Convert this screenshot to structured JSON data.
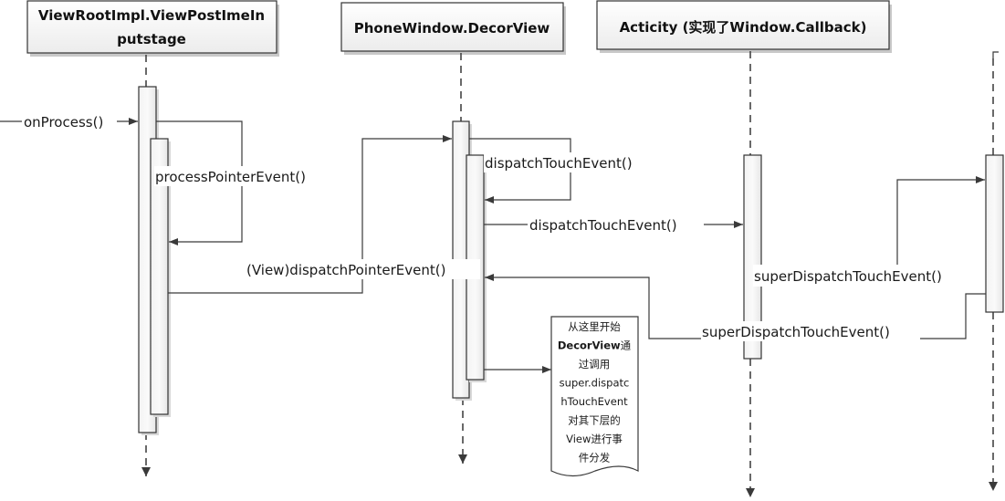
{
  "diagram": {
    "type": "sequence-diagram",
    "lifelines": [
      {
        "id": "viewroot",
        "title_lines": [
          "ViewRootImpl.ViewPostImeIn",
          "putstage"
        ]
      },
      {
        "id": "decorview",
        "title_lines": [
          "PhoneWindow.DecorView"
        ]
      },
      {
        "id": "activity",
        "title_lines": [
          "Acticity (实现了Window.Callback)"
        ]
      },
      {
        "id": "window",
        "title_lines": []
      }
    ],
    "messages": [
      {
        "id": "onProcess",
        "label": "onProcess()",
        "from": "external",
        "to": "viewroot",
        "kind": "call"
      },
      {
        "id": "processPointerEvent",
        "label": "processPointerEvent()",
        "from": "viewroot",
        "to": "viewroot",
        "kind": "self-call"
      },
      {
        "id": "dispatchPointerEvent",
        "label": "(View)dispatchPointerEvent()",
        "from": "viewroot",
        "to": "decorview",
        "kind": "call"
      },
      {
        "id": "dispatchTouchEvent_self",
        "label": "dispatchTouchEvent()",
        "from": "decorview",
        "to": "decorview",
        "kind": "self-call"
      },
      {
        "id": "dispatchTouchEvent_activity",
        "label": "dispatchTouchEvent()",
        "from": "decorview",
        "to": "activity",
        "kind": "call"
      },
      {
        "id": "superDispatchTouchEvent_1",
        "label": "superDispatchTouchEvent()",
        "from": "activity",
        "to": "window",
        "kind": "call"
      },
      {
        "id": "superDispatchTouchEvent_2",
        "label": "superDispatchTouchEvent()",
        "from": "window",
        "to": "decorview",
        "kind": "call"
      },
      {
        "id": "to_note",
        "label": "",
        "from": "decorview",
        "to": "note",
        "kind": "call"
      }
    ],
    "note": {
      "lines": [
        [
          {
            "t": "从这里开始",
            "b": false
          }
        ],
        [
          {
            "t": "DecorView",
            "b": true
          },
          {
            "t": "通",
            "b": false
          }
        ],
        [
          {
            "t": "过调用",
            "b": false
          }
        ],
        [
          {
            "t": "super.dispatc",
            "b": false
          }
        ],
        [
          {
            "t": "hTouchEvent",
            "b": false
          }
        ],
        [
          {
            "t": "对其下层的",
            "b": false
          }
        ],
        [
          {
            "t": "View进行事",
            "b": false
          }
        ],
        [
          {
            "t": "件分发",
            "b": false
          }
        ]
      ]
    },
    "colors": {
      "line": "#3a3a3a",
      "box_fill_top": "#ffffff",
      "box_fill_bottom": "#ececec",
      "background": "#ffffff"
    }
  }
}
